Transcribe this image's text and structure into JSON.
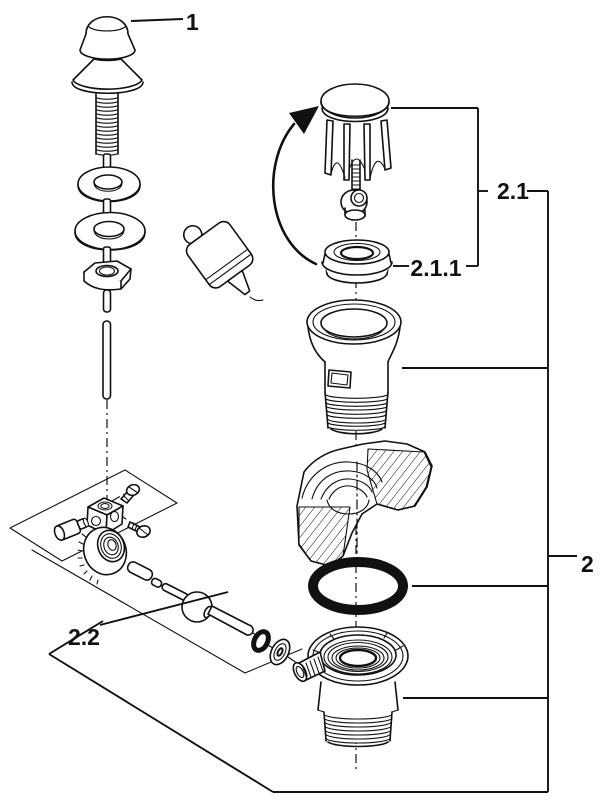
{
  "figure": {
    "type": "exploded-parts-diagram",
    "background": "#ffffff",
    "line_color": "#111111",
    "components": [
      "pull-knob-assembly",
      "pop-up-stopper",
      "seal-ring",
      "drain-flange",
      "basin-cross-section",
      "o-ring-gasket",
      "drain-body",
      "pivot-rod-assembly",
      "sealant-tube",
      "rotate-arrow"
    ]
  },
  "callouts": {
    "c1": "1",
    "c2": "2",
    "c21": "2.1",
    "c211": "2.1.1",
    "c22": "2.2"
  }
}
